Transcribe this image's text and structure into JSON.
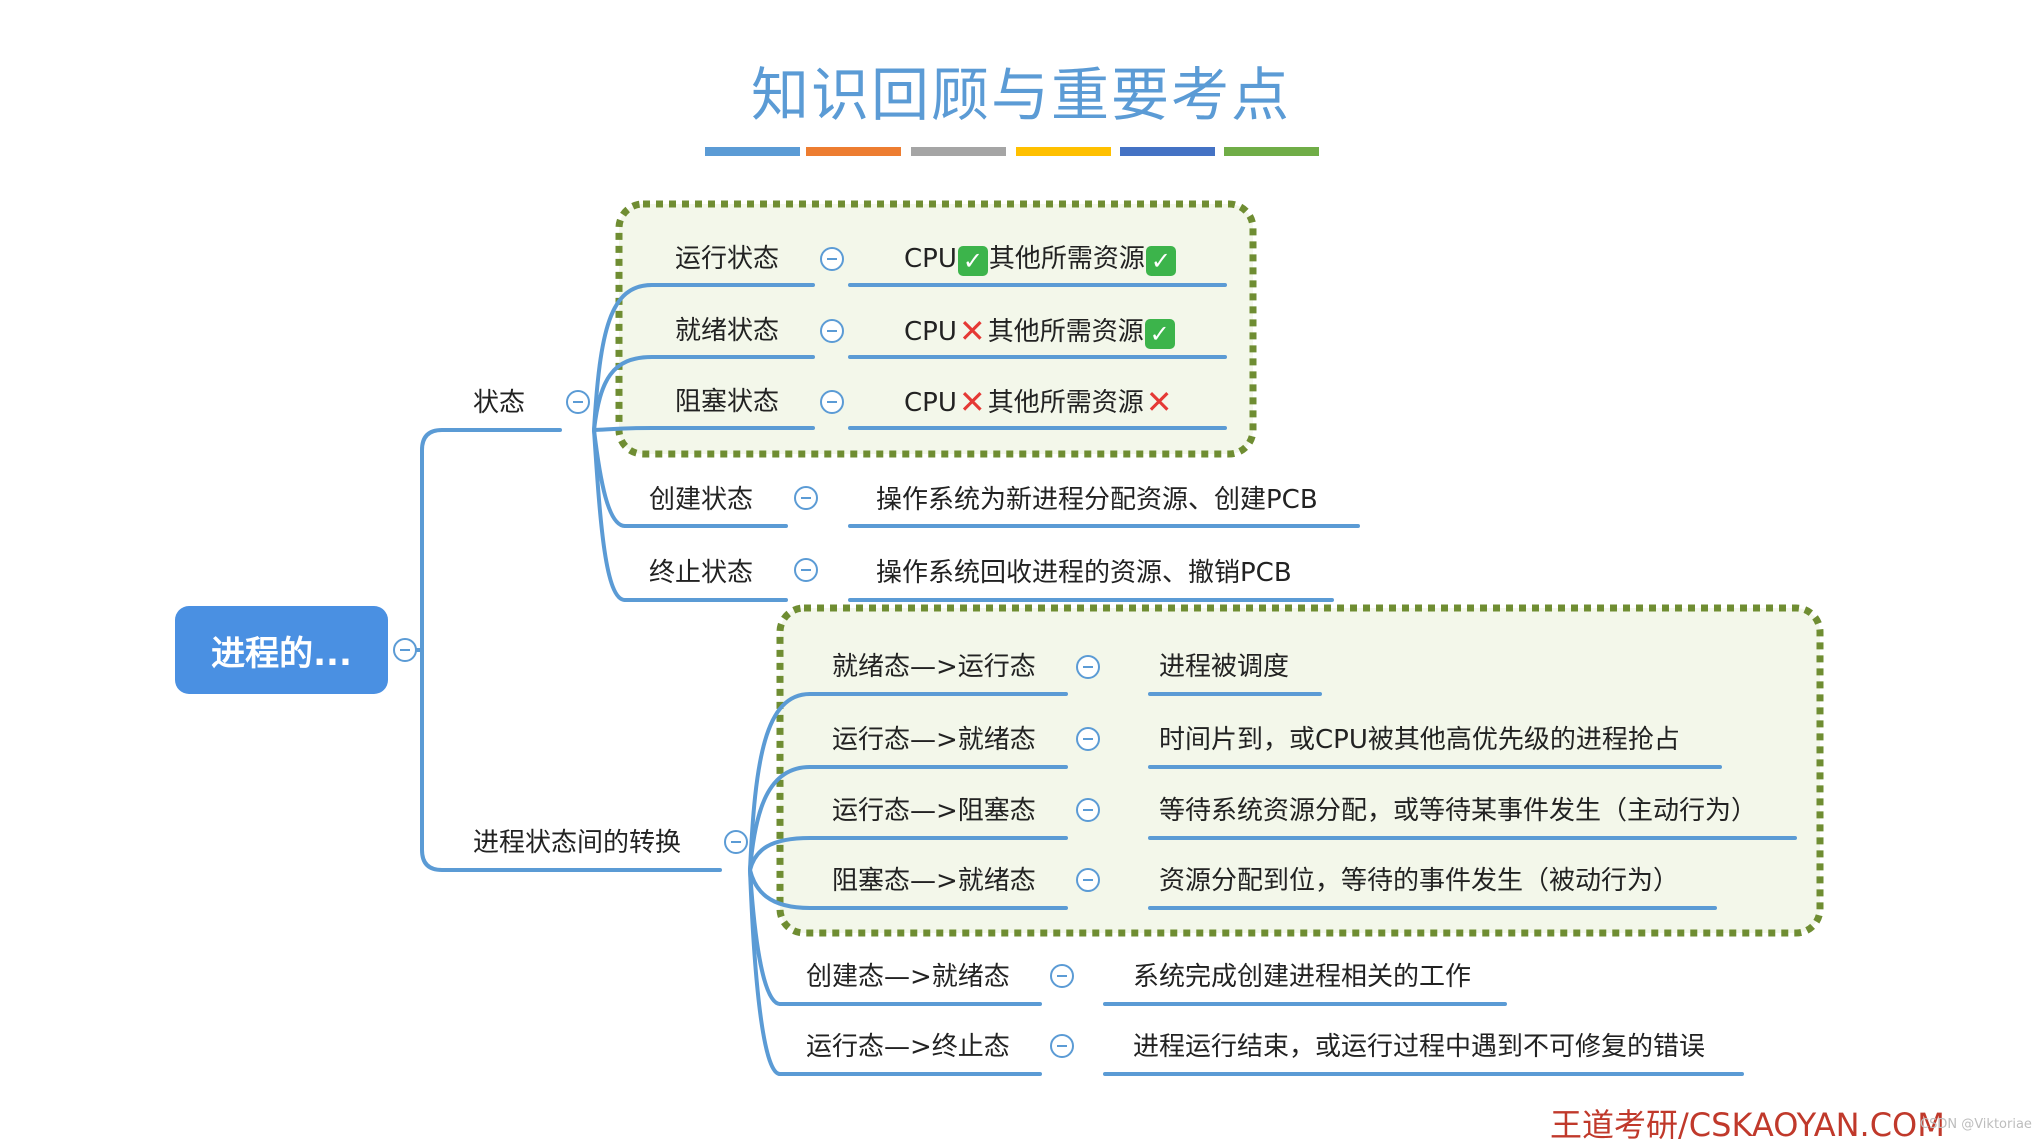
{
  "title": "知识回顾与重要考点",
  "color_bar": [
    "#5b9bd5",
    "#ed7d31",
    "#a5a5a5",
    "#ffc000",
    "#4472c4",
    "#70ad47"
  ],
  "root": "进程的...",
  "states": {
    "label": "状态",
    "running": {
      "label": "运行状态",
      "detail_prefix": "CPU",
      "detail_middle": "其他所需资源",
      "cpu": "check",
      "res": "check"
    },
    "ready": {
      "label": "就绪状态",
      "detail_prefix": "CPU",
      "detail_middle": "其他所需资源",
      "cpu": "cross",
      "res": "check"
    },
    "blocked": {
      "label": "阻塞状态",
      "detail_prefix": "CPU",
      "detail_middle": "其他所需资源",
      "cpu": "cross",
      "res": "cross"
    },
    "created": {
      "label": "创建状态",
      "detail": "操作系统为新进程分配资源、创建PCB"
    },
    "terminated": {
      "label": "终止状态",
      "detail": "操作系统回收进程的资源、撤销PCB"
    }
  },
  "transitions": {
    "label": "进程状态间的转换",
    "items": [
      {
        "label": "就绪态—>运行态",
        "detail": "进程被调度"
      },
      {
        "label": "运行态—>就绪态",
        "detail": "时间片到，或CPU被其他高优先级的进程抢占"
      },
      {
        "label": "运行态—>阻塞态",
        "detail": "等待系统资源分配，或等待某事件发生（主动行为）"
      },
      {
        "label": "阻塞态—>就绪态",
        "detail": "资源分配到位，等待的事件发生（被动行为）"
      },
      {
        "label": "创建态—>就绪态",
        "detail": "系统完成创建进程相关的工作"
      },
      {
        "label": "运行态—>终止态",
        "detail": "进程运行结束，或运行过程中遇到不可修复的错误"
      }
    ]
  },
  "footer": {
    "brand": "王道考研/CSKAOYAN.COM",
    "watermark": "CSDN @Viktoriae"
  },
  "colors": {
    "line": "#5b9bd5",
    "root_bg": "#4a90e2",
    "highlight_border": "#6f8d32",
    "highlight_fill": "#f3f7ea",
    "check": "#3cb44b",
    "cross": "#e53935",
    "brand": "#c0392b"
  }
}
